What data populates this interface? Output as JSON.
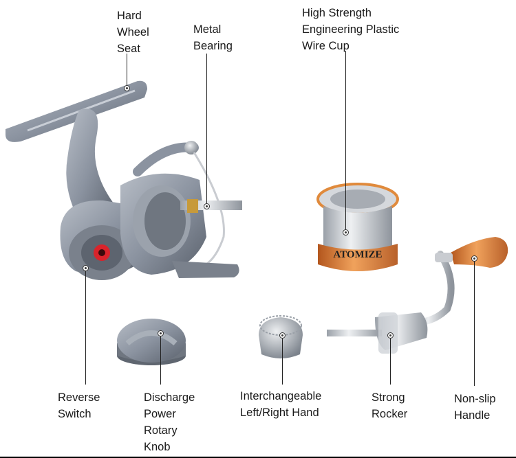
{
  "labels": {
    "hard_wheel_seat": "Hard\nWheel\nSeat",
    "metal_bearing": "Metal\nBearing",
    "wire_cup": "High Strength\nEngineering Plastic\nWire Cup",
    "reverse_switch": "Reverse\nSwitch",
    "discharge_knob": "Discharge\nPower\nRotary\nKnob",
    "interchangeable": "Interchangeable\nLeft/Right Hand",
    "strong_rocker": "Strong\nRocker",
    "non_slip_handle": "Non-slip\nHandle"
  },
  "spool_brand": "ATOMIZE",
  "colors": {
    "reel_gray": "#8b93a0",
    "reel_dark": "#5a616c",
    "orange_accent": "#e08a3c",
    "red_knob": "#d9232b",
    "chrome": "#c9ccd1"
  }
}
